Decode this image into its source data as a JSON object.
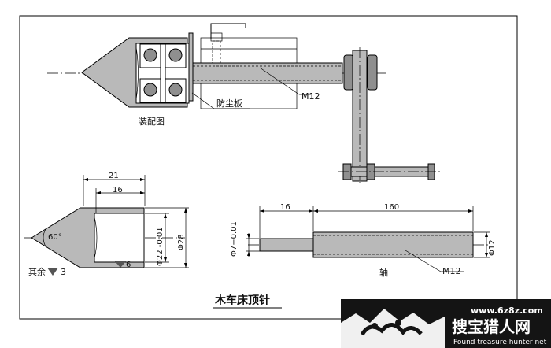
{
  "drawing_title": "木车床顶针",
  "assembly": {
    "caption": "装配图",
    "thread_label": "M12",
    "dust_cover_label": "防尘板"
  },
  "center_part": {
    "dim_outer": "21",
    "dim_inner": "16",
    "angle_label": "60°",
    "bore_dia_label": "Φ22 -0.01",
    "outer_dia_label": "Φ28",
    "roughness_value": "6",
    "general_roughness_label": "其余",
    "general_roughness_value": "3"
  },
  "shaft_part": {
    "dim_short": "16",
    "dim_long": "160",
    "small_dia_label": "Φ7+0.01",
    "large_dia_label": "Φ12",
    "thread_label": "M12",
    "caption": "轴"
  },
  "watermark": {
    "url": "www.6z8z.com",
    "name_cn": "搜宝猎人网",
    "name_en": "Found treasure hunter net"
  }
}
